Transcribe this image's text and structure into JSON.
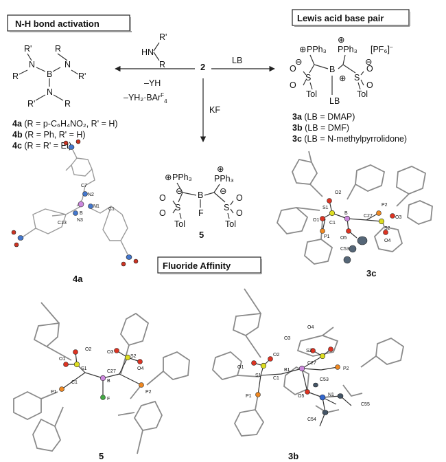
{
  "boxes": {
    "nh": "N-H bond activation",
    "lewis": "Lewis acid base pair",
    "fluoride": "Fluoride Affinity"
  },
  "center_compound": "2",
  "reagents": {
    "amine_r1": "R'",
    "amine_hn": "HN",
    "amine_r2": "R",
    "minus_yh": "–YH",
    "minus_yh2": "–YH₂·BAr",
    "minus_yh2_sup": "F",
    "minus_yh2_sub": "4",
    "lb": "LB",
    "kf": "KF"
  },
  "compounds_4": [
    {
      "num": "4a",
      "desc": "(R = p-C₆H₄NO₂, R' = H)"
    },
    {
      "num": "4b",
      "desc": "(R = Ph, R' = H)"
    },
    {
      "num": "4c",
      "desc": "(R = R' = Et)"
    }
  ],
  "compounds_3": [
    {
      "num": "3a",
      "desc": "(LB = DMAP)"
    },
    {
      "num": "3b",
      "desc": "(LB = DMF)"
    },
    {
      "num": "3c",
      "desc": "(LB = N-methylpyrrolidone)"
    }
  ],
  "structure_4": {
    "b": "B",
    "n": "N",
    "r_top1": "R'",
    "r_top2": "R",
    "r_left": "R",
    "r_right": "R'",
    "r_bl": "R'",
    "r_br": "R"
  },
  "structure_3": {
    "pph3_a": "PPh₃",
    "pph3_b": "PPh₃",
    "pf6": "[PF₆]",
    "pf6_sup": "–",
    "b": "B",
    "s": "S",
    "o": "O",
    "tol": "Tol",
    "lb": "LB",
    "plus": "⊕",
    "minus": "⊖"
  },
  "structure_5": {
    "pph3_a": "PPh₃",
    "pph3_b": "PPh₃",
    "b": "B",
    "f": "F",
    "s": "S",
    "o": "O",
    "tol": "Tol",
    "num": "5",
    "plus": "⊕",
    "minus": "⊖"
  },
  "crystal_labels": {
    "x4a": "4a",
    "x3c": "3c",
    "x5": "5",
    "x3b": "3b"
  },
  "atoms_4a": [
    "C7",
    "N2",
    "N1",
    "C1",
    "B",
    "C13",
    "N3"
  ],
  "atoms_3c": [
    "O2",
    "P2",
    "S1",
    "O1",
    "C1",
    "B",
    "C27",
    "O3",
    "S2",
    "P1",
    "O5",
    "C53",
    "O4"
  ],
  "atoms_5": [
    "O2",
    "O1",
    "S1",
    "O3",
    "S2",
    "O4",
    "C1",
    "C27",
    "B",
    "P1",
    "P2",
    "F"
  ],
  "atoms_3b": [
    "O3",
    "O4",
    "S2",
    "O2",
    "C27",
    "O1",
    "S1",
    "B1",
    "C1",
    "P2",
    "C53",
    "O5",
    "N1",
    "C55",
    "P1",
    "C54"
  ]
}
